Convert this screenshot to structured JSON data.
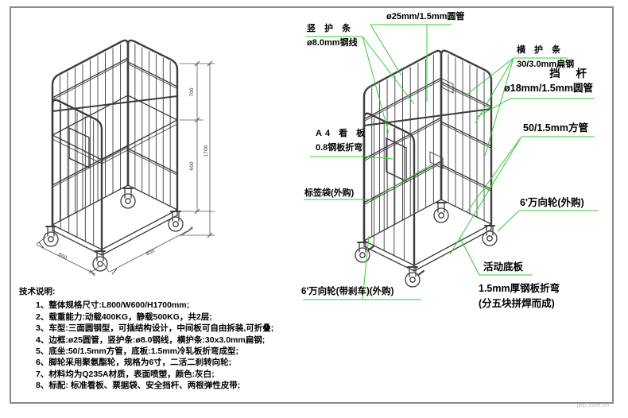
{
  "colors": {
    "leader_green": "#33cc33",
    "ink": "#3d3d3d",
    "dim": "#555555",
    "border": "#8a8a8a",
    "watermark": "#b3b3b3"
  },
  "callouts": {
    "pipe25": {
      "line1": "ø25mm/1.5mm圆管"
    },
    "vertical_guard": {
      "line1": "竖 护 条",
      "line2": "ø8.0mm钢线"
    },
    "horizontal_guard": {
      "line1": "横 护 条",
      "line2": "30/3.0mm扁钢"
    },
    "block_bar": {
      "line1": "挡 杆",
      "line2": "ø18mm/1.5mm圆管"
    },
    "square_tube": {
      "line1": "50/1.5mm方管"
    },
    "a4_board": {
      "line1": "A4 看 板",
      "line2": "0.8钢板折弯"
    },
    "label_bag": {
      "line1": "标签袋(外购)"
    },
    "caster_plain": {
      "line1": "6'万向轮(外购)"
    },
    "caster_brake": {
      "line1": "6'万向轮(带刹车)(外购)"
    },
    "bottom_board": {
      "line1": "活动底板",
      "line2": "1.5mm厚钢板折弯",
      "line3": "(分五块拼焊而成)"
    }
  },
  "dimensions": {
    "height_total": "1700",
    "height_upper": "700",
    "height_lower": "600",
    "depth": "600",
    "width": "800"
  },
  "tech_notes": {
    "title": "技术说明:",
    "items": [
      "1、整体规格尺寸:L800/W600/H1700mm;",
      "2、载重能力:动载400KG，静载500KG，共2层;",
      "3、车型:三面圆钢型，可插结构设计，中间板可自由拆装,可折叠;",
      "4、边框:ø25圆管，竖护条:ø8.0钢线，横护条:30x3.0mm扁钢;",
      "5、底坐:50/1.5mm方管，底板:1.5mm冷轧板折弯成型;",
      "6、脚轮采用聚氨酯轮，规格为6寸，二活二刹转向轮;",
      "7、材料均为Q235A材质，表面喷塑，颜色:灰白;",
      "8、标配: 标准看板、票据袋、安全挡杆、两根弹性皮带;"
    ]
  },
  "watermark": "jdsl.com.cn"
}
